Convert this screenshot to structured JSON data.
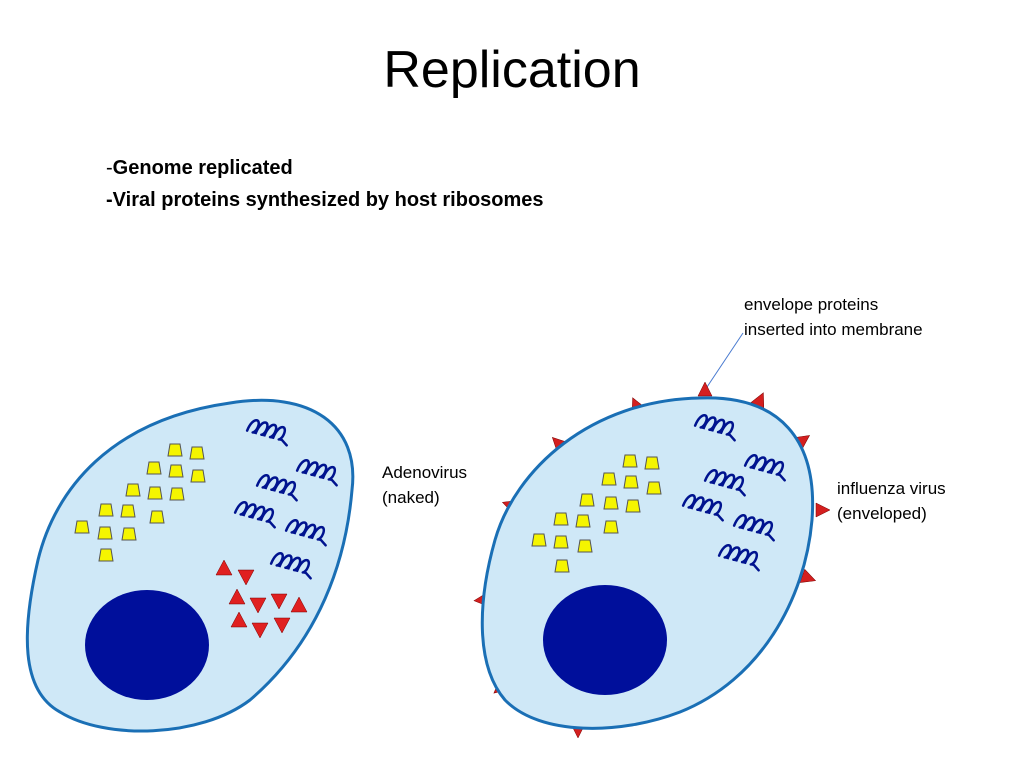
{
  "slide": {
    "title": "Replication",
    "bullets": [
      {
        "dash": "-",
        "text": "Genome replicated"
      },
      {
        "dash": "-",
        "text": "Viral proteins synthesized by host ribosomes"
      }
    ]
  },
  "labels": {
    "envelope_proteins": [
      "envelope proteins",
      "inserted into membrane"
    ],
    "adenovirus": [
      "Adenovirus",
      "(naked)"
    ],
    "influenza": [
      "influenza virus",
      "(enveloped)"
    ]
  },
  "colors": {
    "cytoplasm": "#cfe8f7",
    "membrane": "#1a6fb5",
    "nucleus": "#000f9b",
    "genome_coil": "#00138f",
    "capsid_protein": "#f5f500",
    "adenovirus_protein": "#e02020",
    "envelope_spike": "#d41f1f",
    "pointer_line": "#4a7bd0"
  }
}
